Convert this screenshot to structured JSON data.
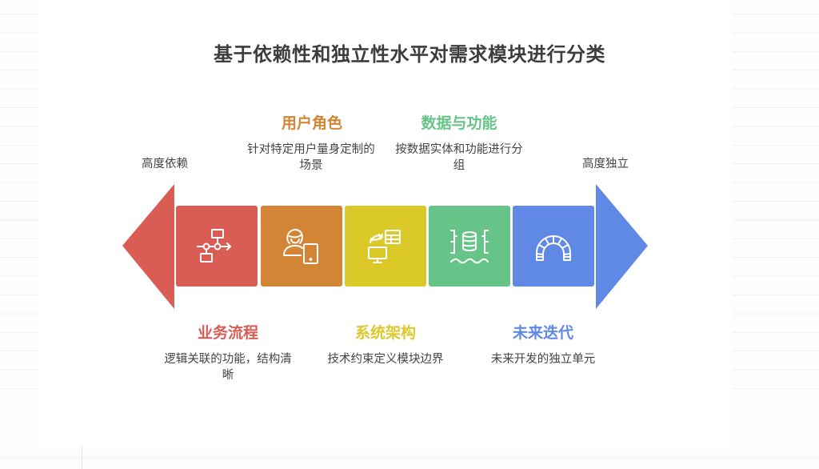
{
  "title": "基于依赖性和独立性水平对需求模块进行分类",
  "ends": {
    "left": "高度依赖",
    "right": "高度独立"
  },
  "colors": {
    "red": "#d95c55",
    "orange": "#d38536",
    "yellow": "#dbc92a",
    "green": "#66c488",
    "blue": "#5f89e4"
  },
  "categories": [
    {
      "name": "业务流程",
      "desc": "逻辑关联的功能，结构清晰",
      "color": "#d95c55",
      "position": "bottom",
      "icon": "workflow-icon"
    },
    {
      "name": "用户角色",
      "desc": "针对特定用户量身定制的场景",
      "color": "#d38536",
      "position": "top",
      "icon": "user-tablet-icon"
    },
    {
      "name": "系统架构",
      "desc": "技术约束定义模块边界",
      "color": "#dbc92a",
      "position": "bottom",
      "icon": "system-sync-icon"
    },
    {
      "name": "数据与功能",
      "desc": "按数据实体和功能进行分组",
      "color": "#66c488",
      "position": "top",
      "icon": "data-lake-icon"
    },
    {
      "name": "未来迭代",
      "desc": "未来开发的独立单元",
      "color": "#5f89e4",
      "position": "bottom",
      "icon": "arch-icon"
    }
  ]
}
